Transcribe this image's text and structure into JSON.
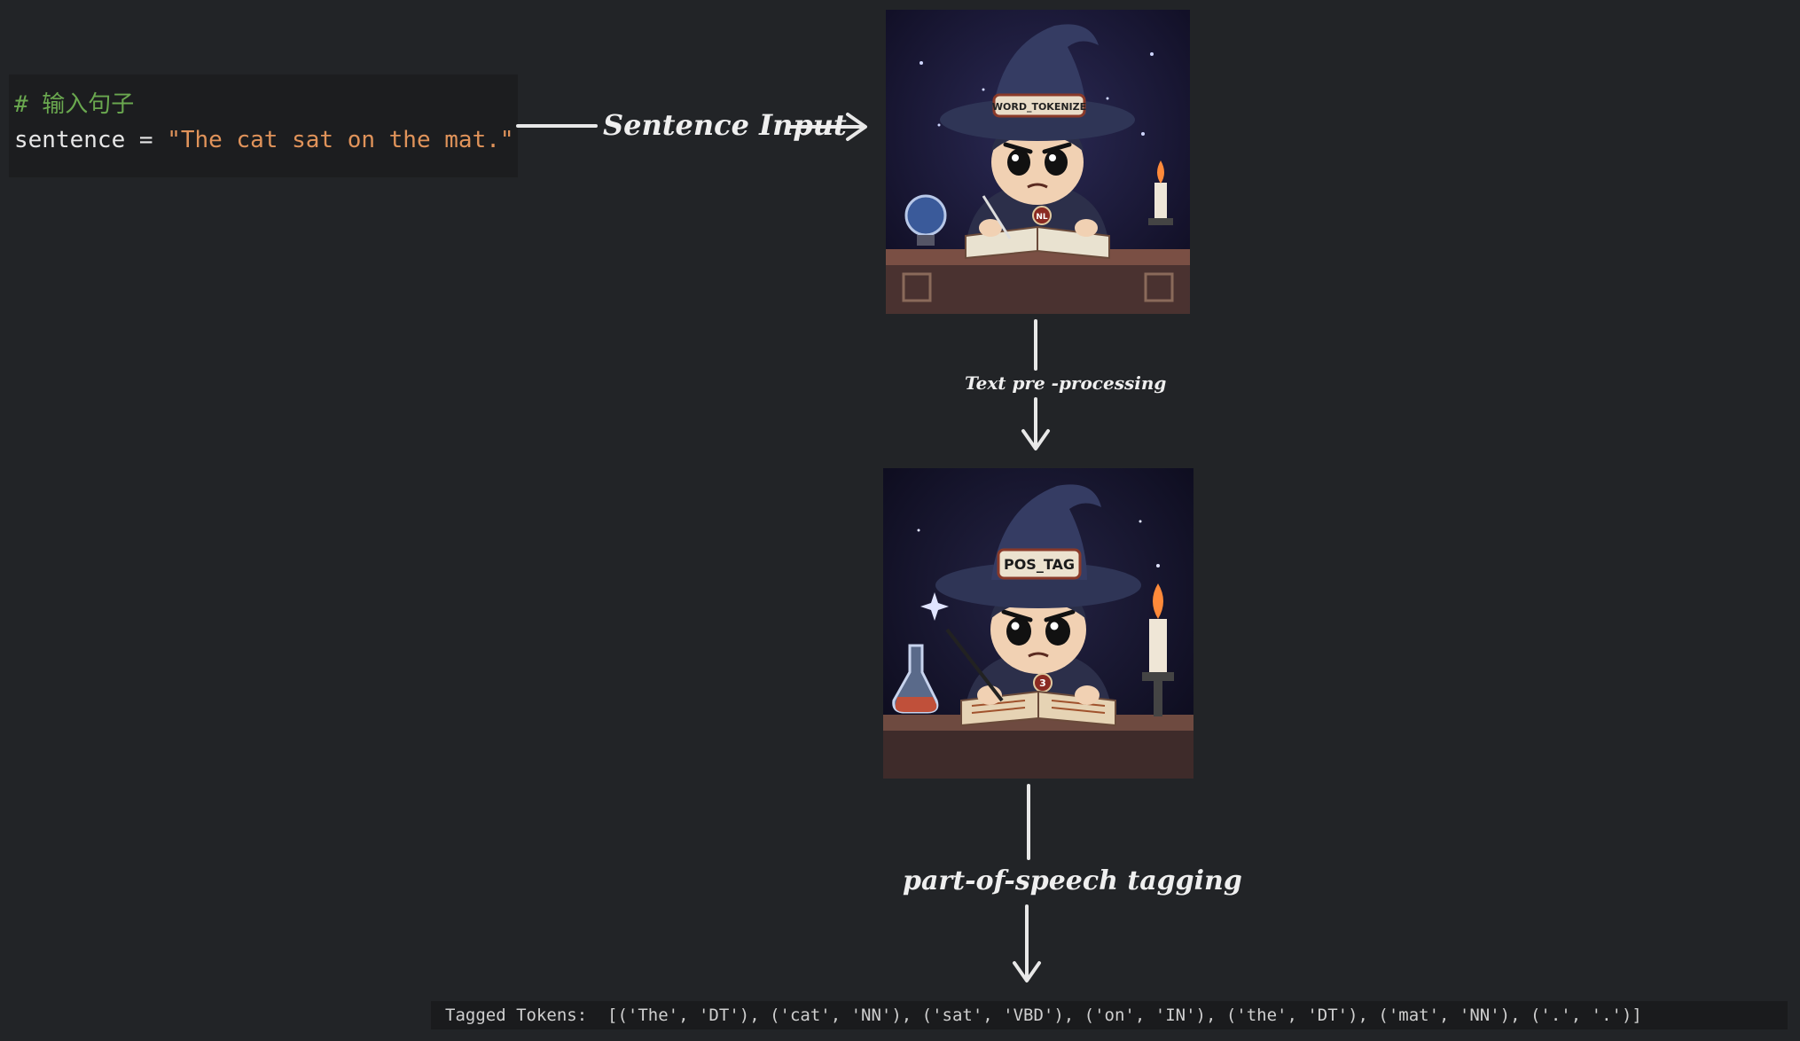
{
  "code": {
    "comment": "# 输入句子",
    "variable": "sentence",
    "operator": " = ",
    "string_value": "\"The cat sat on the mat.\""
  },
  "labels": {
    "sentence_input": "Sentence Input",
    "text_preprocessing": "Text pre -processing",
    "pos_tagging": "part-of-speech tagging"
  },
  "wizard_1": {
    "hat_label": "WORD_TOKENIZE",
    "badge": "NL"
  },
  "wizard_2": {
    "hat_label": "POS_TAG",
    "badge": "3"
  },
  "output": {
    "prefix": "Tagged Tokens:",
    "value": "[('The', 'DT'), ('cat', 'NN'), ('sat', 'VBD'), ('on', 'IN'), ('the', 'DT'), ('mat', 'NN'), ('.', '.')]"
  },
  "colors": {
    "background": "#222427",
    "code_comment": "#6aa84f",
    "code_string": "#e0935a",
    "label_text": "#efefef"
  }
}
